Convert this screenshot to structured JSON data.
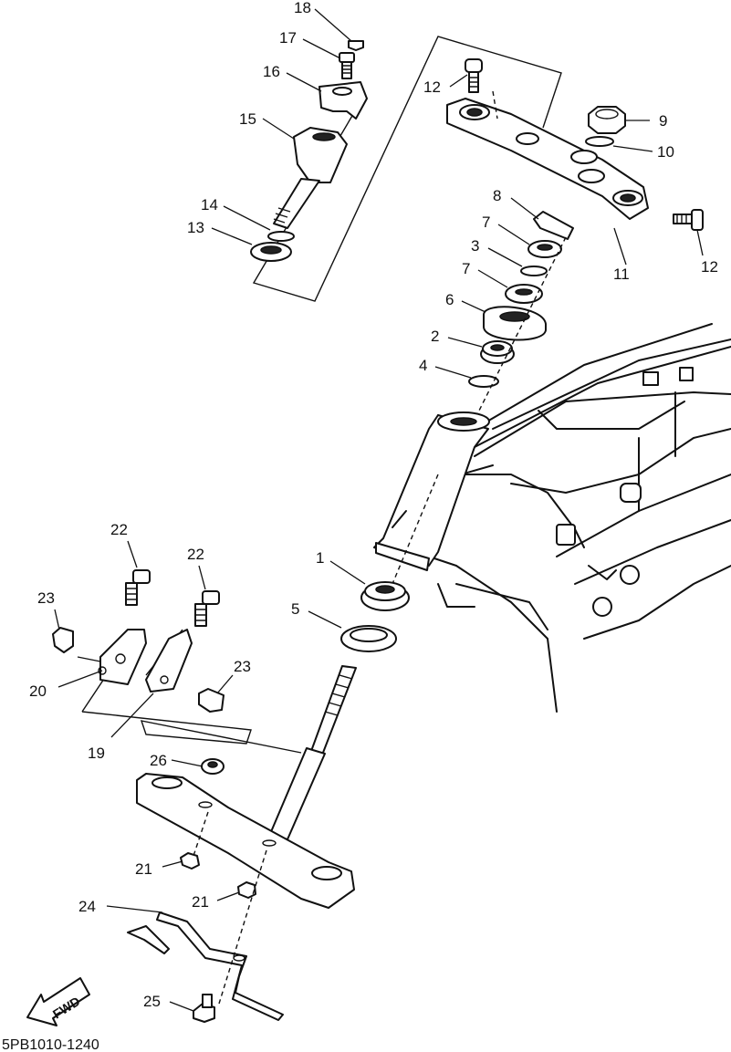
{
  "diagram": {
    "part_numbers": [
      "18",
      "17",
      "16",
      "15",
      "14",
      "13",
      "12",
      "12",
      "9",
      "10",
      "11",
      "8",
      "7",
      "3",
      "7",
      "6",
      "2",
      "4",
      "1",
      "5",
      "22",
      "22",
      "23",
      "23",
      "20",
      "19",
      "26",
      "21",
      "21",
      "24",
      "25"
    ],
    "direction_label": "FWD",
    "drawing_code": "5PB1010-1240"
  }
}
